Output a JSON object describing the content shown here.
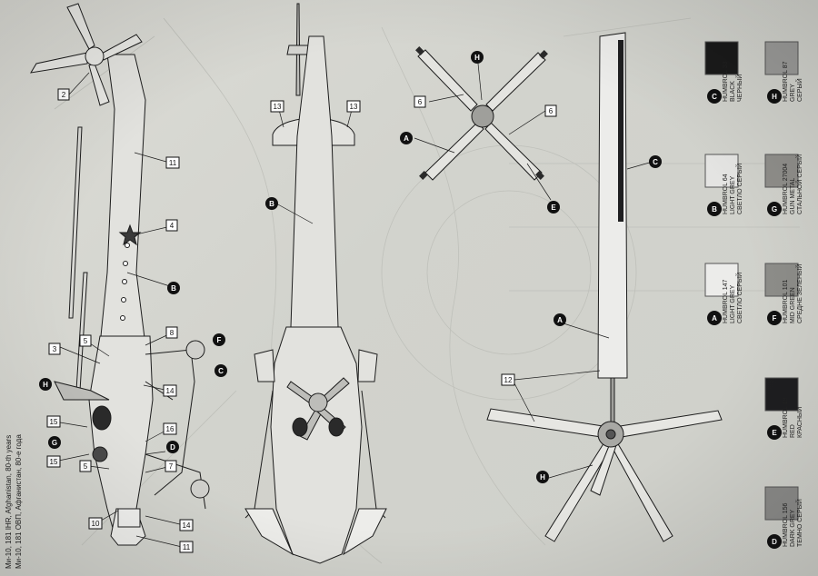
{
  "caption": {
    "line1": "Ми-10, 181 IHR, Afghanistan, 80-th years",
    "line2": "Ми-10, 181 ОВП, Афганистан, 80-е года"
  },
  "callouts": {
    "n2": "2",
    "n3": "3",
    "n4": "4",
    "n5": "5",
    "n6": "6",
    "n7": "7",
    "n8": "8",
    "n10": "10",
    "n11": "11",
    "n12": "12",
    "n13": "13",
    "n14": "14",
    "n15": "15",
    "n16": "16"
  },
  "letters": {
    "A": "A",
    "B": "B",
    "C": "C",
    "D": "D",
    "E": "E",
    "F": "F",
    "G": "G",
    "H": "H"
  },
  "paints": [
    {
      "letter": "C",
      "swatch": "#1a1a1a",
      "name1": "HUMBROL 33",
      "name2": "BLACK",
      "name3": "ЧЕРНЫЙ"
    },
    {
      "letter": "H",
      "swatch": "#9a9a98",
      "name1": "HUMBROL 87",
      "name2": "GREY",
      "name3": "СЕРЫЙ"
    },
    {
      "letter": "B",
      "swatch": "#e4e4e2",
      "name1": "HUMBROL 64",
      "name2": "LIGHT GREY",
      "name3": "СВЕТЛО СЕРЫЙ"
    },
    {
      "letter": "G",
      "swatch": "#8f8e8a",
      "name1": "HUMBROL 27004",
      "name2": "GUN METAL",
      "name3": "СТАЛЬНОЙ СЕРЫЙ"
    },
    {
      "letter": "A",
      "swatch": "#ececea",
      "name1": "HUMBROL 147",
      "name2": "LIGHT GREY",
      "name3": "СВЕТЛО СЕРЫЙ"
    },
    {
      "letter": "F",
      "swatch": "#8d8d89",
      "name1": "HUMBROL 101",
      "name2": "MID GREEN",
      "name3": "СРЕДНЕ ЗЕЛЕНЫЙ"
    },
    {
      "letter": "E",
      "swatch": "#1e1e20",
      "name1": "HUMBROL 19",
      "name2": "RED",
      "name3": "КРАСНЫЙ"
    },
    {
      "letter": "D",
      "swatch": "#8b8b89",
      "name1": "HUMBROL 156",
      "name2": "DARK GREY",
      "name3": "ТЕМНО СЕРЫЙ"
    }
  ],
  "colors": {
    "line": "#1c1c1c",
    "paper": "#d6d6d0",
    "airframe": "#e2e2de"
  }
}
